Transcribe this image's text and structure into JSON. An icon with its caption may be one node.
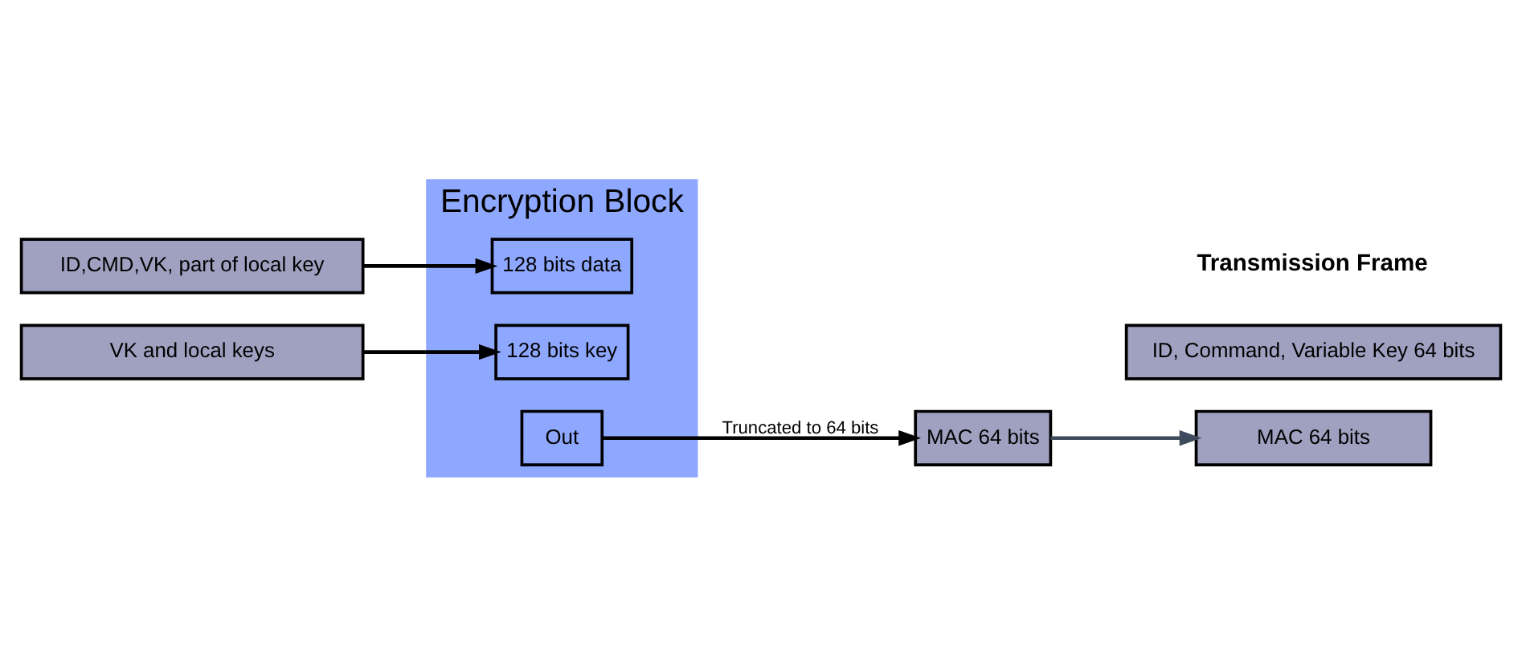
{
  "diagram": {
    "nodes": [
      {
        "text": [
          "Encryption Block"
        ]
      },
      {
        "text": [
          "128 bits data"
        ],
        "in": 0
      },
      {
        "text": [
          "128 bits key"
        ],
        "in": 0
      },
      {
        "text": [
          "Out"
        ],
        "in": 0
      },
      {
        "text": [
          "ID,CMD,VK, part of local key"
        ]
      },
      {
        "text": [
          "VK and local keys"
        ]
      },
      {
        "text": [
          "MAC 64 bits"
        ]
      },
      {
        "text": [
          "ID, Command, Variable Key 64 bits"
        ]
      },
      {
        "text": [
          "MAC 64 bits"
        ]
      }
    ],
    "edges": [
      {
        "from": 4,
        "to": 1,
        "arrow": "to"
      },
      {
        "from": 5,
        "to": 2,
        "arrow": "to"
      },
      {
        "from": 3,
        "to": 6,
        "arrow": "to",
        "label": "Truncated to 64 bits"
      },
      {
        "from": 6,
        "to": 8,
        "arrow": "to",
        "color": "#3f4a5c"
      }
    ],
    "labels": [
      "Transmission Frame"
    ]
  }
}
